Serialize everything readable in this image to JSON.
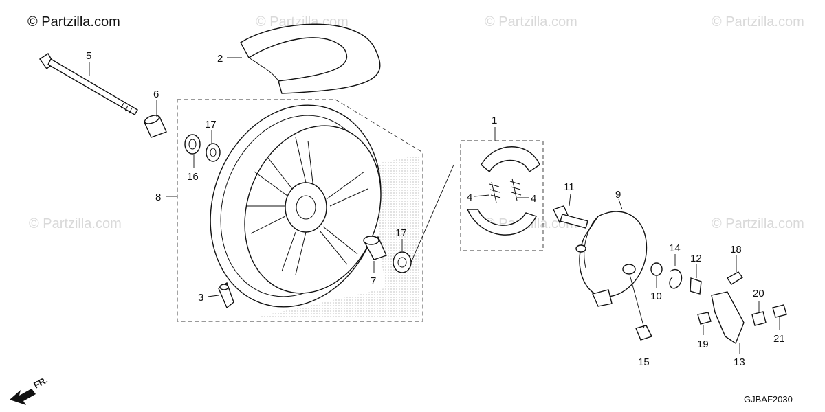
{
  "watermark": {
    "main": "© Partzilla.com",
    "faint": "© Partzilla.com"
  },
  "diagram_code": "GJBAF2030",
  "front_indicator": "FR.",
  "callouts": [
    {
      "id": "1",
      "label": "1"
    },
    {
      "id": "2",
      "label": "2"
    },
    {
      "id": "3",
      "label": "3"
    },
    {
      "id": "4a",
      "label": "4"
    },
    {
      "id": "4b",
      "label": "4"
    },
    {
      "id": "5",
      "label": "5"
    },
    {
      "id": "6",
      "label": "6"
    },
    {
      "id": "7",
      "label": "7"
    },
    {
      "id": "8",
      "label": "8"
    },
    {
      "id": "9",
      "label": "9"
    },
    {
      "id": "10",
      "label": "10"
    },
    {
      "id": "11",
      "label": "11"
    },
    {
      "id": "12",
      "label": "12"
    },
    {
      "id": "13",
      "label": "13"
    },
    {
      "id": "14",
      "label": "14"
    },
    {
      "id": "15",
      "label": "15"
    },
    {
      "id": "16",
      "label": "16"
    },
    {
      "id": "17a",
      "label": "17"
    },
    {
      "id": "17b",
      "label": "17"
    },
    {
      "id": "18",
      "label": "18"
    },
    {
      "id": "19",
      "label": "19"
    },
    {
      "id": "20",
      "label": "20"
    },
    {
      "id": "21",
      "label": "21"
    }
  ]
}
